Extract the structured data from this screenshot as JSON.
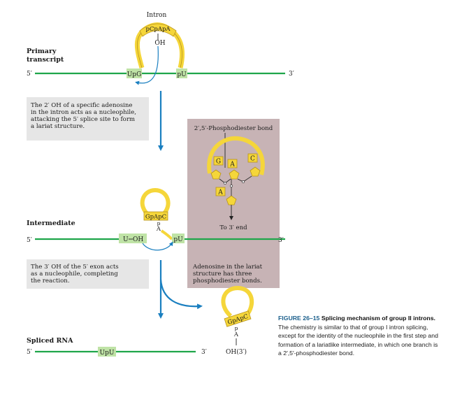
{
  "labels": {
    "intron": "Intron",
    "primary_transcript": [
      "Primary",
      "transcript"
    ],
    "intermediate": "Intermediate",
    "spliced_rna": "Spliced RNA",
    "five_prime": "5′",
    "three_prime": "3′"
  },
  "step1": {
    "lariat_bases": "pCpApA",
    "oh": "OH",
    "exon1_end": "UpG",
    "exon2_start": "pU",
    "description": [
      "The 2′ OH of a specific adenosine",
      "in the intron acts as a nucleophile,",
      "attacking the 5′ splice site to form",
      "a lariat structure."
    ]
  },
  "step2": {
    "lariat_top": "GpApC",
    "branch_p": "p",
    "branch_a": "A",
    "exon1_end": "U",
    "oh": "OH",
    "exon2_start": "pU",
    "description": [
      "The 3′ OH of the 5′ exon acts",
      "as a nucleophile, completing",
      "the reaction."
    ]
  },
  "step3": {
    "exon_junction": "UpU",
    "lariat_top": "GpApC",
    "branch_p": "p",
    "branch_a": "A",
    "oh": "OH(3′)"
  },
  "inset": {
    "title": "2′,5′-Phosphodiester bond",
    "bases": [
      "G",
      "A",
      "C",
      "A"
    ],
    "to_end": "To 3′ end",
    "description": [
      "Adenosine in the lariat",
      "structure has three",
      "phosphodiester bonds."
    ]
  },
  "caption": {
    "figure": "FIGURE 26–15",
    "title": "Splicing mechanism of group II introns.",
    "body": "The chemistry is similar to that of group I intron splicing, except for the identity of the nucleophile in the first step and formation of a lariatlike intermediate, in which one branch is a 2′,5′-phosphodiester bond."
  },
  "colors": {
    "rna_line": "#1fa64a",
    "exon_box": "#bfe3a6",
    "intron": "#f5d63a",
    "intron_stroke": "#b8931b",
    "arrow": "#1a7fc0",
    "grey_box": "#e6e6e6",
    "inset_bg": "#c7b3b5"
  }
}
